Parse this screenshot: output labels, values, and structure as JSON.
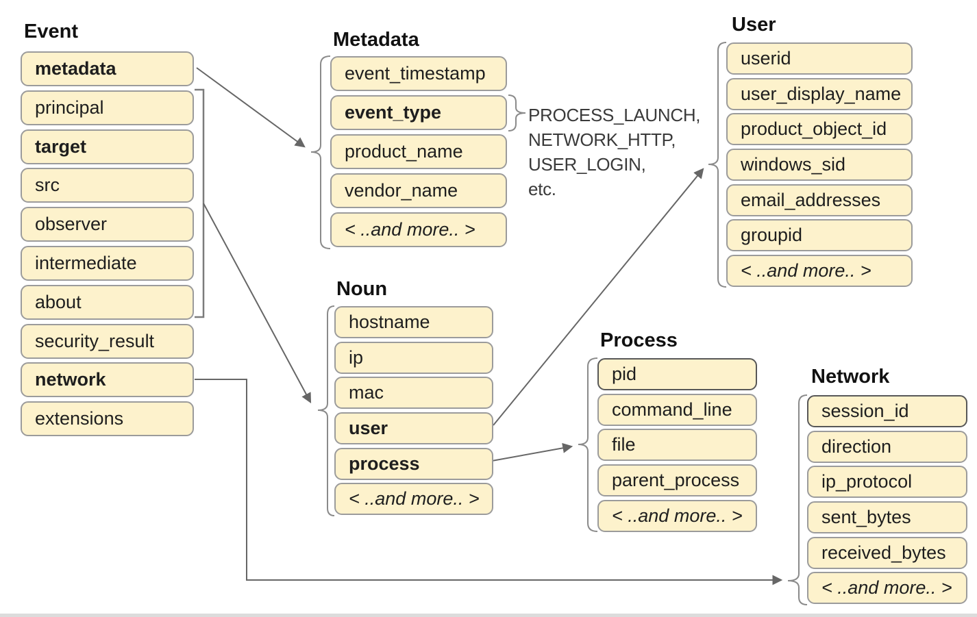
{
  "diagram": {
    "groups": [
      {
        "title": "Event",
        "items": [
          {
            "label": "metadata",
            "bold": true
          },
          {
            "label": "principal",
            "bold": false
          },
          {
            "label": "target",
            "bold": true
          },
          {
            "label": "src",
            "bold": false
          },
          {
            "label": "observer",
            "bold": false
          },
          {
            "label": "intermediate",
            "bold": false
          },
          {
            "label": "about",
            "bold": false
          },
          {
            "label": "security_result",
            "bold": false
          },
          {
            "label": "network",
            "bold": true
          },
          {
            "label": "extensions",
            "bold": false
          }
        ]
      },
      {
        "title": "Metadata",
        "items": [
          {
            "label": "event_timestamp",
            "bold": false
          },
          {
            "label": "event_type",
            "bold": true
          },
          {
            "label": "product_name",
            "bold": false
          },
          {
            "label": "vendor_name",
            "bold": false
          },
          {
            "label": "< ..and more.. >",
            "bold": false,
            "italic": true
          }
        ]
      },
      {
        "title": "User",
        "items": [
          {
            "label": "userid",
            "bold": false
          },
          {
            "label": "user_display_name",
            "bold": false
          },
          {
            "label": "product_object_id",
            "bold": false
          },
          {
            "label": "windows_sid",
            "bold": false
          },
          {
            "label": "email_addresses",
            "bold": false
          },
          {
            "label": "groupid",
            "bold": false
          },
          {
            "label": "< ..and more.. >",
            "bold": false,
            "italic": true
          }
        ]
      },
      {
        "title": "Noun",
        "items": [
          {
            "label": "hostname",
            "bold": false
          },
          {
            "label": "ip",
            "bold": false
          },
          {
            "label": "mac",
            "bold": false
          },
          {
            "label": "user",
            "bold": true
          },
          {
            "label": "process",
            "bold": true
          },
          {
            "label": "< ..and more.. >",
            "bold": false,
            "italic": true
          }
        ]
      },
      {
        "title": "Process",
        "items": [
          {
            "label": "pid",
            "bold": false,
            "emphasized_border": true
          },
          {
            "label": "command_line",
            "bold": false
          },
          {
            "label": "file",
            "bold": false
          },
          {
            "label": "parent_process",
            "bold": false
          },
          {
            "label": "< ..and more.. >",
            "bold": false,
            "italic": true
          }
        ]
      },
      {
        "title": "Network",
        "items": [
          {
            "label": "session_id",
            "bold": false,
            "emphasized_border": true
          },
          {
            "label": "direction",
            "bold": false
          },
          {
            "label": "ip_protocol",
            "bold": false
          },
          {
            "label": "sent_bytes",
            "bold": false
          },
          {
            "label": "received_bytes",
            "bold": false
          },
          {
            "label": "< ..and more.. >",
            "bold": false,
            "italic": true
          }
        ]
      }
    ],
    "event_type_values": {
      "lines": [
        "PROCESS_LAUNCH,",
        "NETWORK_HTTP,",
        "USER_LOGIN,",
        "etc."
      ]
    },
    "connections": [
      "Event.metadata -> Metadata",
      "Event.principal..about -> Noun",
      "Noun.user -> User",
      "Noun.process -> Process",
      "Event.network -> Network"
    ]
  },
  "style": {
    "box_fill": "#FDF2CC",
    "box_border": "#9B9B9B",
    "box_border_emphasis": "#575757",
    "connector_color": "#666666",
    "brace_color": "#8A8A8A",
    "title_color": "#111111",
    "label_color": "#1E1E1E",
    "annotation_color": "#3A3A3A",
    "footer_divider_color": "#DCDCDC"
  }
}
